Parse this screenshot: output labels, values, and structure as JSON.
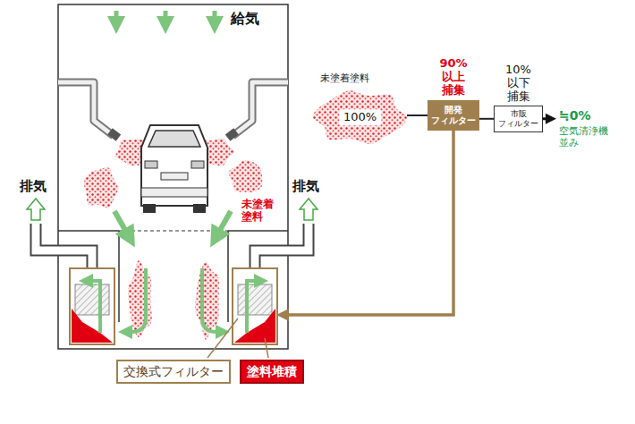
{
  "diagram": {
    "nodes": [
      {
        "text": [
          "未塗着塗料",
          "100%"
        ]
      },
      {
        "text": [
          "90%以上 捕集",
          "開発 フィルター"
        ]
      },
      {
        "text": [
          "10%以下 捕集",
          "市販 フィルター"
        ]
      },
      {
        "text": [
          "交換式フィルター"
        ]
      },
      {
        "text": [
          "塗料堆積"
        ]
      }
    ],
    "edges": [
      {
        "from": 0,
        "to": 1,
        "arrow": "none"
      },
      {
        "from": 1,
        "to": 2,
        "arrow": "none"
      }
    ],
    "labels": [
      "給気",
      "排気",
      "排気",
      "未塗着 塗料",
      "≒0%",
      "空気清浄機 並み"
    ]
  }
}
